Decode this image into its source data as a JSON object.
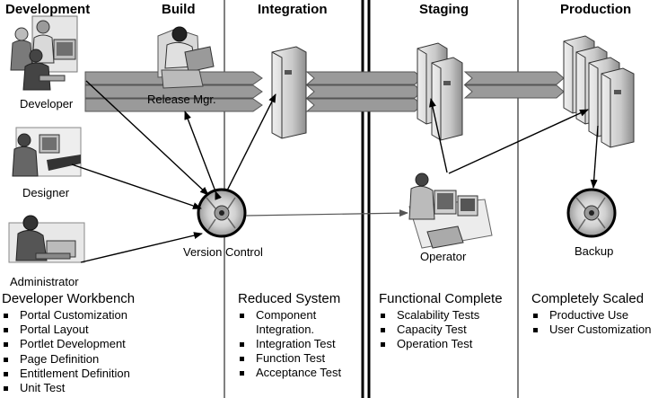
{
  "phases": {
    "development": "Development",
    "build": "Build",
    "integration": "Integration",
    "staging": "Staging",
    "production": "Production"
  },
  "roles": {
    "developer": "Developer",
    "designer": "Designer",
    "administrator": "Administrator",
    "release_mgr": "Release Mgr.",
    "version_control": "Version Control",
    "operator": "Operator",
    "backup": "Backup"
  },
  "sections": {
    "workbench": {
      "title": "Developer Workbench",
      "items": [
        "Portal Customization",
        "Portal Layout",
        "Portlet Development",
        "Page Definition",
        "Entitlement Definition",
        "Unit Test"
      ]
    },
    "reduced": {
      "title": "Reduced System",
      "items": [
        "Component Integration.",
        "Integration Test",
        "Function Test",
        "Acceptance Test"
      ]
    },
    "functional": {
      "title": "Functional Complete",
      "items": [
        "Scalability Tests",
        "Capacity Test",
        "Operation Test"
      ]
    },
    "scaled": {
      "title": "Completely Scaled",
      "items": [
        "Productive Use",
        "User Customization"
      ]
    }
  },
  "icons": {
    "developer": "developer-person-icon",
    "designer": "designer-person-icon",
    "administrator": "administrator-person-icon",
    "release_mgr": "release-manager-person-icon",
    "version_control": "disc-icon",
    "backup": "disc-icon",
    "operator": "operator-person-icon",
    "server": "server-tower-icon"
  }
}
